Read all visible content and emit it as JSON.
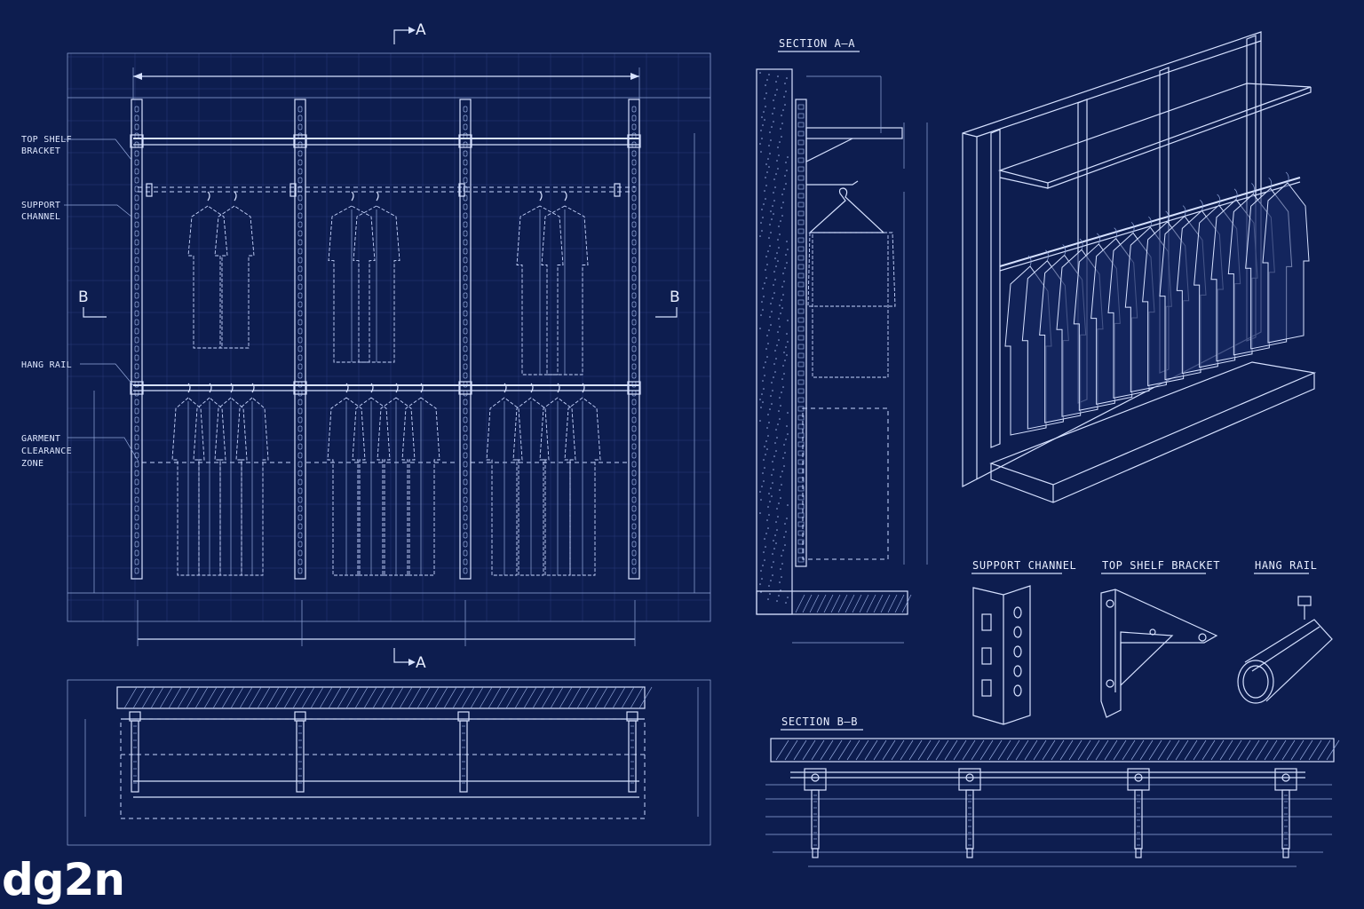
{
  "front_view": {
    "section_markers": {
      "section_a_top": "A",
      "section_a_bottom": "A",
      "section_b_left": "B",
      "section_b_right": "B"
    },
    "callouts": [
      {
        "id": "top-shelf-bracket",
        "lines": [
          "TOP SHELF",
          "BRACKET"
        ]
      },
      {
        "id": "support-channel",
        "lines": [
          "SUPPORT",
          "CHANNEL"
        ]
      },
      {
        "id": "hang-rail",
        "lines": [
          "HANG RAIL"
        ]
      },
      {
        "id": "garment-clearance-zone",
        "lines": [
          "GARMENT",
          "CLEARANCE",
          "ZONE"
        ]
      }
    ]
  },
  "section_a": {
    "title": "SECTION A–A"
  },
  "section_b": {
    "title": "SECTION B–B"
  },
  "details": [
    {
      "id": "support-channel",
      "title": "SUPPORT CHANNEL"
    },
    {
      "id": "top-shelf-bracket",
      "title": "TOP SHELF BRACKET"
    },
    {
      "id": "hang-rail",
      "title": "HANG RAIL"
    }
  ],
  "brand": {
    "logo_text": "dg2n"
  },
  "colors": {
    "background": "#0d1d4f",
    "line": "#d6e1ff",
    "grid": "#2a3d7a"
  }
}
